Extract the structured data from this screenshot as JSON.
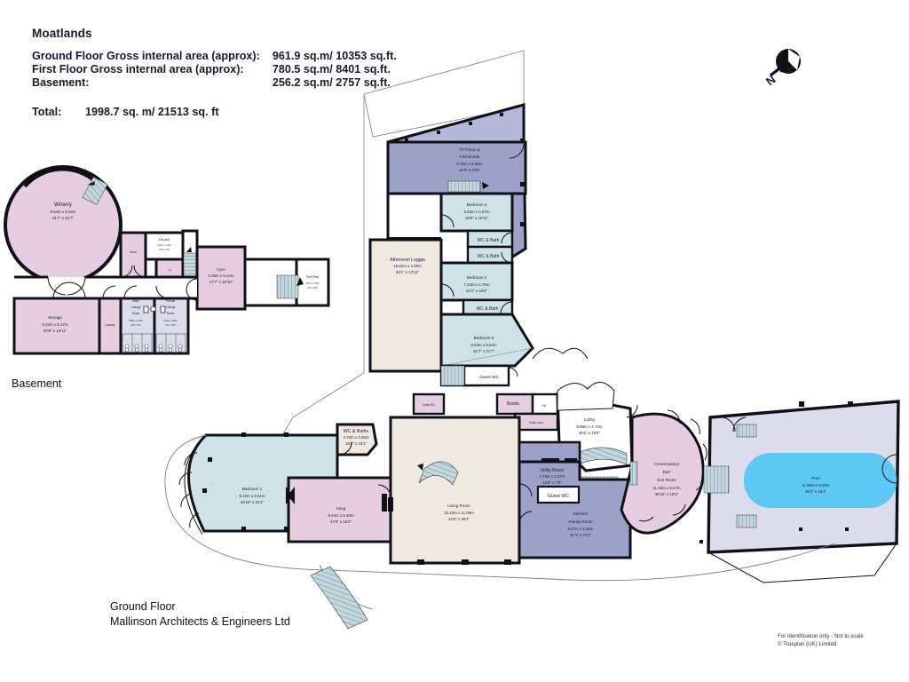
{
  "header": {
    "title": "Moatlands",
    "rows": [
      {
        "label": "Ground Floor Gross internal area (approx):",
        "value": "961.9 sq.m/ 10353 sq.ft."
      },
      {
        "label": "First Floor Gross internal area (approx):",
        "value": "780.5 sq.m/ 8401 sq.ft."
      },
      {
        "label": "Basement:",
        "value": "256.2 sq.m/ 2757 sq.ft."
      }
    ],
    "total_label": "Total:",
    "total_value": "1998.7 sq. m/ 21513 sq. ft"
  },
  "captions": {
    "basement": "Basement",
    "ground_floor": "Ground Floor",
    "architect": "Mallinson Architects & Engineers Ltd",
    "disclaimer_line1": "For identification only - Not to scale",
    "disclaimer_line2": "©  Trueplan (UK) Limited"
  },
  "compass": {
    "label": "N"
  },
  "basement_rooms": [
    {
      "name": "Winery",
      "metric": "9.64m  x  9.64m",
      "imperial": "31'7\"  x  31'7\""
    },
    {
      "name": "Store",
      "metric": "",
      "imperial": ""
    },
    {
      "name": "Lift plant",
      "metric": "3.19m x 1.40m",
      "imperial": "10'5\" x  4'6\""
    },
    {
      "name": "Lift",
      "metric": "",
      "imperial": ""
    },
    {
      "name": "Gym",
      "metric": "5.38m  x  5.14m",
      "imperial": "17'7\"  x  16'10\""
    },
    {
      "name": "Pool Plant",
      "metric": "3.07m  x  2.65m",
      "imperial": "10'0\"  x  8'8\""
    },
    {
      "name": "Storage",
      "metric": "6.33m  x  5.17m",
      "imperial": "20'9\"  x  16'11\""
    },
    {
      "name": "Laundry",
      "metric": "",
      "imperial": ""
    },
    {
      "name": "Male Change Room",
      "metric": "3.58m x 2.83m",
      "imperial": "11'8\" x  9'3\""
    },
    {
      "name": "Female Change Room",
      "metric": "3.40m x 2.60m",
      "imperial": "11'1\" x  8'6\""
    }
  ],
  "ground_rooms": [
    {
      "name": "TV Room & Kitchenette",
      "metric": "9.45m  x  6.86m",
      "imperial": "31'0\"  x  22'5\""
    },
    {
      "name": "Bedroom 3",
      "metric": "5.63m  x  4.87m",
      "imperial": "18'5\"  x  15'11\""
    },
    {
      "name": "WC & Bath",
      "metric": "",
      "imperial": ""
    },
    {
      "name": "WC & Bath",
      "metric": "",
      "imperial": ""
    },
    {
      "name": "Bedroom 4",
      "metric": "7.43m  x  4.79m",
      "imperial": "24'4\"  x  15'8\""
    },
    {
      "name": "WC & Bath",
      "metric": "",
      "imperial": ""
    },
    {
      "name": "Bedroom 5",
      "metric": "9.64m  x  9.64m",
      "imperial": "31'7\"  x  31'7\""
    },
    {
      "name": "Afternoon Loggia",
      "metric": "16.81m  x  4.25m",
      "imperial": "55'1\"  x  13'11\""
    },
    {
      "name": "Guest WC",
      "metric": "",
      "imperial": ""
    },
    {
      "name": "Guest WC",
      "metric": "",
      "imperial": ""
    },
    {
      "name": "Boots",
      "metric": "",
      "imperial": ""
    },
    {
      "name": "Lift",
      "metric": "",
      "imperial": ""
    },
    {
      "name": "Cloak room",
      "metric": "",
      "imperial": ""
    },
    {
      "name": "Lobby",
      "metric": "8.89m  x  4.73m",
      "imperial": "29'2\"  x  15'6\""
    },
    {
      "name": "WC & Baths",
      "metric": "4.70m  x  4.00m",
      "imperial": "15'5\"  x  13'1\""
    },
    {
      "name": "Bedroom 1",
      "metric": "9.10m  x  9.51m",
      "imperial": "29'10\"  x  31'2\""
    },
    {
      "name": "Snug",
      "metric": "8.44m  x  5.49m",
      "imperial": "27'8\"  x  18'0\""
    },
    {
      "name": "Living Room",
      "metric": "13.42m  x  11.09m",
      "imperial": "44'0\"  x  36'4\""
    },
    {
      "name": "Utility Room",
      "metric": "4.79m  x  2.37m",
      "imperial": "15'8\"  x  7'9\""
    },
    {
      "name": "Guest WC",
      "metric": "",
      "imperial": ""
    },
    {
      "name": "Kitchen/ Family Room",
      "metric": "9.57m  x  6.46m",
      "imperial": "31'4\"  x  21'2\""
    },
    {
      "name": "Conservatory/ Bar/ Sun Room",
      "metric": "11.25m  x  5.57m",
      "imperial": "36'10\"  x  18'3\""
    },
    {
      "name": "Pool",
      "metric": "11.96m  x  5.00m",
      "imperial": "39'3\"  x  16'4\""
    }
  ],
  "labels": {
    "winery": "Winery",
    "store": "Store",
    "lift_plant": "Lift plant",
    "lift": "Lift",
    "gym": "Gym",
    "pool_plant": "Pool Plant",
    "storage": "Storage",
    "laundry": "Laundry",
    "male_change_1": "Male",
    "male_change_2": "Change",
    "male_change_3": "Room",
    "female_change_1": "Female",
    "female_change_2": "Change",
    "female_change_3": "Room",
    "tv_room_1": "TV Room &",
    "tv_room_2": "Kitchenette",
    "bedroom3": "Bedroom 3",
    "wc_bath_a": "WC & Bath",
    "wc_bath_b": "WC & Bath",
    "bedroom4": "Bedroom 4",
    "wc_bath_c": "WC & Bath",
    "bedroom5": "Bedroom 5",
    "loggia": "Afternoon Loggia",
    "guest_wc_1": "Guest WC",
    "guest_wc_2": "Guest WC",
    "guest_wc_3": "Guest WC",
    "boots": "Boots",
    "lift_gf": "Lift",
    "cloak": "Cloak room",
    "lobby": "Lobby",
    "wc_baths": "WC & Baths",
    "bedroom1": "Bedroom 1",
    "snug": "Snug",
    "living": "Living Room",
    "utility_1": "Utility Room",
    "kitchen_1": "Kitchen/",
    "kitchen_2": "Family Room",
    "cons_1": "Conservatory/",
    "cons_2": "Bar/",
    "cons_3": "Sun Room",
    "pool": "Pool"
  },
  "dims": {
    "winery_m": "9.64m  x  9.64m",
    "winery_i": "31'7\"  x  31'7\"",
    "liftplant_m": "3.19m x 1.40m",
    "liftplant_i": "10'5\" x  4'6\"",
    "gym_m": "5.38m  x  5.14m",
    "gym_i": "17'7\"  x  16'10\"",
    "poolplant_m": "3.07m  x  2.65m",
    "poolplant_i": "10'0\"  x  8'8\"",
    "storage_m": "6.33m  x  5.17m",
    "storage_i": "20'9\"  x  16'11\"",
    "male_m": "3.58m x 2.83m",
    "male_i": "11'8\" x  9'3\"",
    "female_m": "3.40m x 2.60m",
    "female_i": "11'1\" x  8'6\"",
    "tv_m": "9.45m  x  6.86m",
    "tv_i": "31'0\"  x  22'5\"",
    "bed3_m": "5.63m  x  4.87m",
    "bed3_i": "18'5\"  x  15'11\"",
    "bed4_m": "7.43m  x  4.79m",
    "bed4_i": "24'4\"  x  15'8\"",
    "bed5_m": "9.64m  x  9.64m",
    "bed5_i": "31'7\"  x  31'7\"",
    "loggia_m": "16.81m  x  4.25m",
    "loggia_i": "55'1\"  x  13'11\"",
    "lobby_m": "8.89m  x  4.73m",
    "lobby_i": "29'2\"  x  15'6\"",
    "wcbaths_m": "4.70m  x  4.00m",
    "wcbaths_i": "15'5\"  x  13'1\"",
    "bed1_m": "9.10m  x  9.51m",
    "bed1_i": "29'10\"  x  31'2\"",
    "snug_m": "8.44m  x  5.49m",
    "snug_i": "27'8\"  x  18'0\"",
    "living_m": "13.42m  x  11.09m",
    "living_i": "44'0\"  x  36'4\"",
    "utility_m": "4.79m  x  2.37m",
    "utility_i": "15'8\"  x  7'9\"",
    "kitchen_m": "9.57m  x  6.46m",
    "kitchen_i": "31'4\"  x  21'2\"",
    "cons_m": "11.25m  x  5.57m",
    "cons_i": "36'10\"  x  18'3\"",
    "pool_m": "11.96m  x  5.00m",
    "pool_i": "39'3\"  x  16'4\""
  },
  "colors": {
    "pink": "#e7cde0",
    "pink_light": "#eed6e8",
    "blue_grey": "#9da1c8",
    "periwinkle": "#b5b8d8",
    "pale_blue": "#cfe2e8",
    "pale_lilac": "#dcdced",
    "cream": "#f0e9e2",
    "pool_water": "#5ec8f5",
    "wall": "#101018",
    "stair": "#c3d8de"
  }
}
